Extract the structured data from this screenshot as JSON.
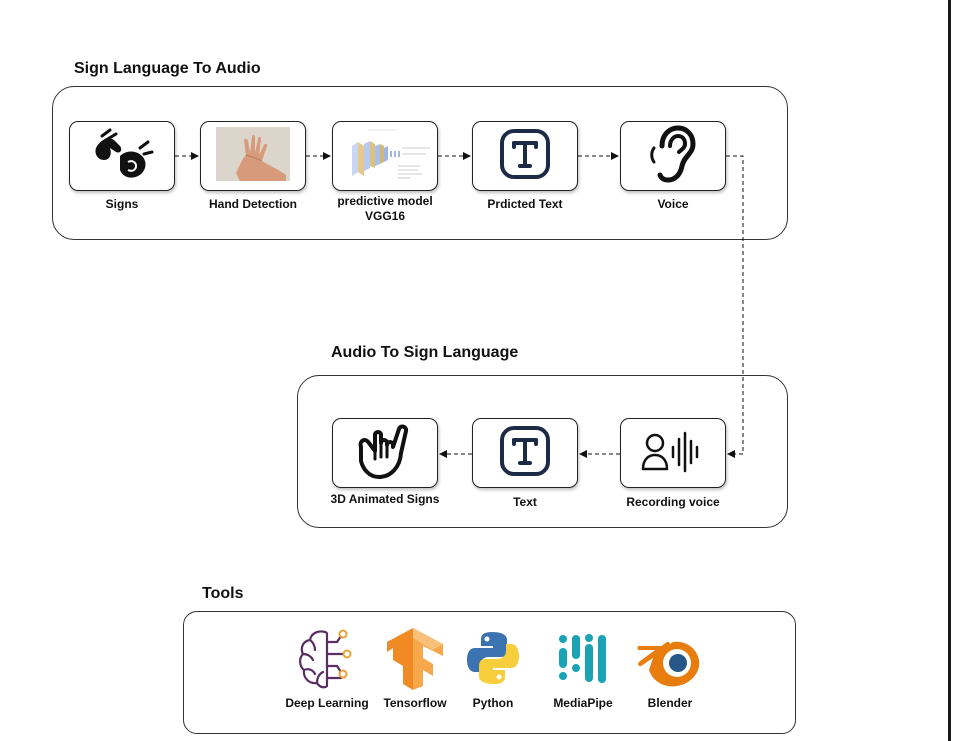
{
  "sections": {
    "top_title": "Sign Language To Audio",
    "middle_title": "Audio To Sign Language",
    "tools_title": "Tools"
  },
  "top_flow": [
    {
      "label": "Signs",
      "icon": "sign-language-hands-icon"
    },
    {
      "label": "Hand Detection",
      "icon": "hand-photo"
    },
    {
      "label": "predictive model VGG16",
      "icon": "vgg16-architecture-diagram"
    },
    {
      "label": "Prdicted Text",
      "icon": "text-t-icon"
    },
    {
      "label": "Voice",
      "icon": "ear-icon"
    }
  ],
  "bottom_flow": [
    {
      "label": "3D Animated Signs",
      "icon": "hand-gesture-icon"
    },
    {
      "label": "Text",
      "icon": "text-t-icon"
    },
    {
      "label": "Recording voice",
      "icon": "voice-recording-icon"
    }
  ],
  "tools": [
    {
      "label": "Deep Learning",
      "icon": "brain-circuit-icon"
    },
    {
      "label": "Tensorflow",
      "icon": "tensorflow-logo"
    },
    {
      "label": "Python",
      "icon": "python-logo"
    },
    {
      "label": "MediaPipe",
      "icon": "mediapipe-logo"
    },
    {
      "label": "Blender",
      "icon": "blender-logo"
    }
  ],
  "colors": {
    "text_icon": "#1c2b45",
    "tensorflow": "#f08a24",
    "python_blue": "#3a73b0",
    "python_yellow": "#f7cf3c",
    "mediapipe": "#1aa2b5",
    "blender_orange": "#e87d0d",
    "blender_blue": "#265787",
    "deep_learning": "#5a2d63"
  }
}
